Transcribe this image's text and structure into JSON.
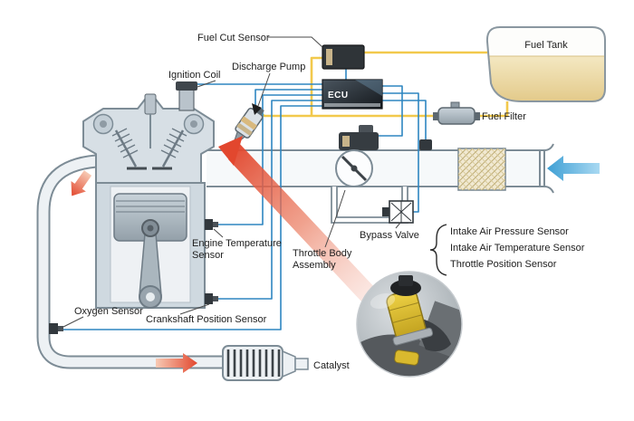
{
  "diagram": {
    "labels": {
      "fuel_cut_sensor": "Fuel Cut Sensor",
      "ignition_coil": "Ignition Coil",
      "discharge_pump": "Discharge Pump",
      "ecu": "ECU",
      "fuel_tank": "Fuel Tank",
      "fuel_filter": "Fuel Filter",
      "engine_temperature_sensor": [
        "Engine Temperature",
        "Sensor"
      ],
      "throttle_body_assembly": [
        "Throttle Body",
        "Assembly"
      ],
      "bypass_valve": "Bypass Valve",
      "intake_sensors": [
        "Intake Air Pressure Sensor",
        "Intake Air Temperature Sensor",
        "Throttle Position Sensor"
      ],
      "oxygen_sensor": "Oxygen Sensor",
      "crankshaft_position_sensor": "Crankshaft Position Sensor",
      "catalyst": "Catalyst"
    },
    "colors": {
      "signal_line": "#2e86c1",
      "fuel_line": "#f2c94c",
      "exhaust_flow": "#e2472e",
      "intake_flow": "#4aa8dc",
      "fuel_fill": "#ecd9a4",
      "metal_light": "#d7dfe5",
      "outline": "#7d8c96",
      "component_dark": "#32383d"
    }
  }
}
